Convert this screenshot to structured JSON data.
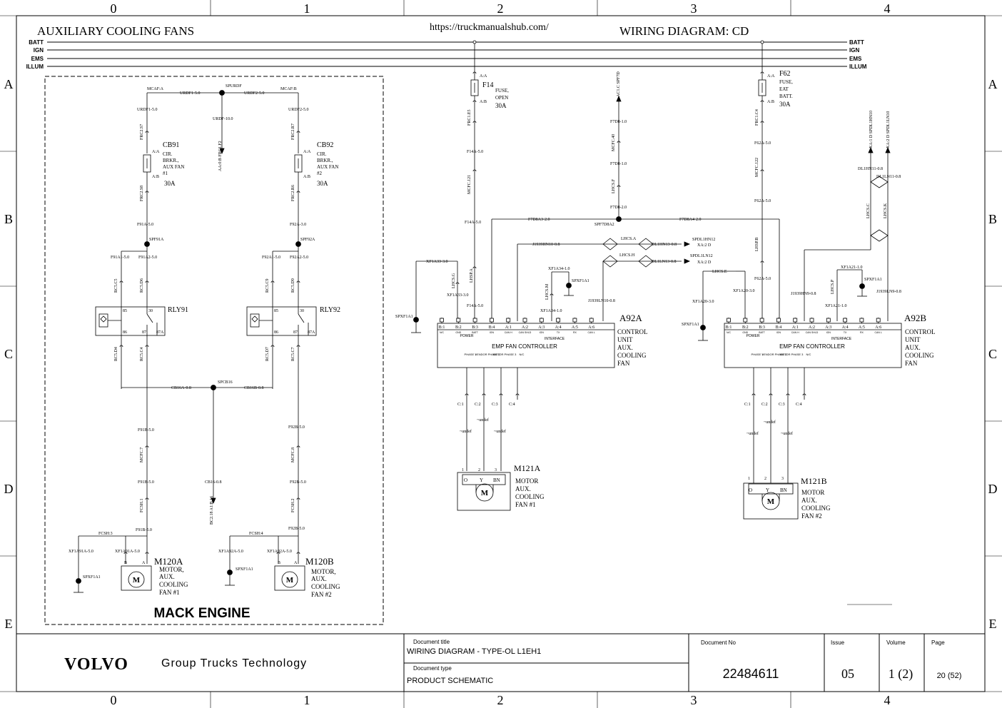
{
  "header": {
    "title_left": "AUXILIARY COOLING FANS",
    "url": "https://truckmanualshub.com/",
    "title_right": "WIRING DIAGRAM: CD"
  },
  "grid": {
    "columns": [
      "0",
      "1",
      "2",
      "3",
      "4"
    ],
    "rows": [
      "A",
      "B",
      "C",
      "D",
      "E"
    ]
  },
  "buses": [
    "BATT",
    "IGN",
    "EMS",
    "ILLUM"
  ],
  "left_section": {
    "label": "MACK ENGINE",
    "top_connectors": {
      "mcaf_a": "MCAF:A",
      "spurdf": "SPURDF",
      "mcaf_b": "MCAF:B",
      "urdf1": "URDF1-5.0",
      "urdf2": "URDF2-5.0",
      "urdf": "URDF-10.0",
      "urdf1b": "URDF1-5.0",
      "urdf2b": "URDF2-5.0",
      "aa": "AA:0:B\nFRC1.F2"
    },
    "cb91": {
      "id": "CB91",
      "desc1": "CIR.",
      "desc2": "BRKR.,",
      "desc3": "AUX FAN",
      "desc4": "#1",
      "rating": "30A",
      "pin_a": "A:A",
      "pin_b": "A:B",
      "frc_top": "FRC2.S7",
      "frc_bot": "FRC2.S8"
    },
    "cb92": {
      "id": "CB92",
      "desc1": "CIR.",
      "desc2": "BRKR.,",
      "desc3": "AUX FAN",
      "desc4": "#2",
      "rating": "30A",
      "pin_a": "A:A",
      "pin_b": "A:B",
      "frc_top": "FRC2.R7",
      "frc_bot": "FRC2.R6"
    },
    "wires": {
      "f91a": "F91A-5.0",
      "spf91a": "SPF91A",
      "f91a1": "F91A1-5.0",
      "f91a2": "F91A2-5.0",
      "rc5c5": "RC5.C5",
      "rc5d6": "RC5.D6",
      "f92a": "F92A-3.0",
      "spf92a": "SPF92A",
      "f92a1": "F92A1-5.0",
      "f92a2": "F92A2-5.0",
      "rc5c9": "RC5.C9",
      "rc5d9": "RC5.D9",
      "rc5d4": "RC5.D4",
      "rc5c4": "RC5.C4",
      "rc5d7": "RC5.D7",
      "rc5c7": "RC5.C7",
      "spcb16": "SPCB16",
      "cb16a": "CB16A-0.8",
      "cb16b": "CB16B-0.8",
      "cb16": "CB16-0.8",
      "bc2": "BC2.18\nA1:B.16",
      "f91b_1": "F91B-5.0",
      "mcfc7": "MCFC.7",
      "f91b_2": "F91B-5.0",
      "fcsh1": "FCSH.1",
      "f91b_3": "F91B-5.0",
      "f92b_1": "F92B-5.0",
      "mcfc8": "MCFC.8",
      "f92b_2": "F92B-5.0",
      "fcsh2": "FCSH.2",
      "f92b_3": "F92B-5.0",
      "fcsh3": "FCSH:3",
      "fcsh4": "FCSH:4",
      "xf1a91a_l": "XF1A91A-5.0",
      "xf1a91a_r": "XF1A91A-5.0",
      "xf1a92a_l": "XF1A92A-5.0",
      "xf1a92a_r": "XF1A92A-5.0",
      "spxf1a1": "SPXF1A1"
    },
    "rly91": {
      "id": "RLY91",
      "p85": "85",
      "p86": "86",
      "p30": "30",
      "p87": "87",
      "p87a": "87A"
    },
    "rly92": {
      "id": "RLY92",
      "p85": "85",
      "p86": "86",
      "p30": "30",
      "p87": "87",
      "p87a": "87A"
    },
    "m120a": {
      "id": "M120A",
      "d1": "MOTOR,",
      "d2": "AUX.",
      "d3": "COOLING",
      "d4": "FAN #1",
      "pin_b": "B",
      "pin_a": "A",
      "symbol": "M"
    },
    "m120b": {
      "id": "M120B",
      "d1": "MOTOR,",
      "d2": "AUX.",
      "d3": "COOLING",
      "d4": "FAN #2",
      "pin_b": "B",
      "pin_a": "A",
      "symbol": "M"
    }
  },
  "right_section": {
    "f14": {
      "id": "F14",
      "d1": "FUSE,",
      "d2": "OPEN",
      "rating": "30A",
      "pin_a": "A:A",
      "pin_b": "A:B"
    },
    "f62": {
      "id": "F62",
      "d1": "FUSE,",
      "d2": "EAT",
      "d3": "BATT.",
      "rating": "30A",
      "pin_a": "A:A",
      "pin_b": "A:B"
    },
    "wires": {
      "frc1e5": "FRC1.E5",
      "f14a_1": "F14A-5.0",
      "mcfc121": "MCFC.121",
      "f14a_2": "F14A-5.0",
      "lhsp_a": "LHSP.A",
      "f14a_3": "F14A-5.0",
      "f7d8a3": "F7D8A3-2.0",
      "spf7d8a2": "SPF7D8A2",
      "f7d8a4": "F7D8A4-2.0",
      "ac1c": "AC1.C\nSPF7D",
      "f7d8_1": "F7D8-1.0",
      "mcfc40": "MCFC.40",
      "f7d8_2": "F7D8-1.0",
      "lhcsf": "LHCS.F",
      "f7d8_3": "F7D8-2.0",
      "frc1c4": "FRC1.C4",
      "f62a_1": "F62A-5.0",
      "mcfc122": "MCFC.122",
      "f62a_2": "F62A-5.0",
      "lhsp_b": "LHSP.B",
      "f62a_3": "F62A-5.0",
      "j1939hn10": "J1939HN10-0.8",
      "lhcsa": "LHCS.A",
      "dl1hn13": "DL1HN13-0.8",
      "spdl1hn12": "SPDL1HN12",
      "xa2d_1": "XA:2 D",
      "lhcsh": "LHCS.H",
      "dl1ln13": "DL1LN13-0.8",
      "spdl1ln12": "SPDL1LN12",
      "xa2d_2": "XA:2 D",
      "j1939ln10": "J1939LN10-0.8",
      "xf1a34": "XF1A34-1.0",
      "lhcsm": "LHCS.M",
      "xf1a34b": "XF1A34-1.0",
      "spxf1a1": "SPXF1A1",
      "xf1a33": "XF1A33-3.0",
      "lhcsg": "LHCS.G",
      "xf1a33b": "XF1A33-3.0",
      "spxf1a1_l": "SPXF1A1",
      "lhcse": "LHCS.E",
      "xf1a20": "XF1A20-3.0",
      "xf1a20b": "XF1A20-3.0",
      "spxf1a1_r": "SPXF1A1",
      "xa1d_a": "XA:1 D\nSPDL1HN10",
      "xa2d_b": "XA:2 D\nSPDL1LN10",
      "dl1hn11": "DL1HN11-0.8",
      "dl1ln11": "DL1LN11-0.8",
      "lhcsc": "LHCS.C",
      "lhcsk": "LHCS.K",
      "j1939hn9": "J1939HN9-0.8",
      "xf1a21": "XF1A21-1.0",
      "lhcsp": "LHCS.P",
      "xf1a21b": "XF1A21-1.0",
      "spxf1a1_r2": "SPXF1A1",
      "j1939ln9": "J1939LN9-0.8"
    },
    "a92a": {
      "id": "A92A",
      "d1": "CONTROL",
      "d2": "UNIT",
      "d3": "AUX.",
      "d4": "COOLING",
      "d5": "FAN",
      "name": "EMP  FAN  CONTROLLER",
      "power": "POWER",
      "interface": "INTERFACE"
    },
    "a92b": {
      "id": "A92B",
      "d1": "CONTROL",
      "d2": "UNIT",
      "d3": "AUX.",
      "d4": "COOLING",
      "d5": "FAN",
      "name": "EMP  FAN  CONTROLLER",
      "power": "POWER",
      "interface": "INTERFACE"
    },
    "pins_top": [
      "B:1",
      "B:2",
      "B:3",
      "B:4",
      "A:1",
      "A:2",
      "A:3",
      "A:4",
      "A:5",
      "A:6"
    ],
    "pins_sub": [
      "N/C",
      "GND",
      "BATT",
      "IGN",
      "CAN H",
      "CAN SHLD",
      "IGN",
      "TX",
      "RX",
      "CAN L"
    ],
    "pins_bot": [
      "C:1",
      "C:2",
      "C:3",
      "C:4"
    ],
    "phase_labels": [
      "PHASE 1",
      "VENDOR PHASE 2",
      "MOTOR PHASE 3",
      "N/C"
    ],
    "undef": "~undef",
    "m121a": {
      "id": "M121A",
      "d1": "MOTOR",
      "d2": "AUX.",
      "d3": "COOLING",
      "d4": "FAN #1",
      "p1": "1",
      "p2": "2",
      "p3": "3",
      "o": "O",
      "y": "Y",
      "bn": "BN",
      "symbol": "M"
    },
    "m121b": {
      "id": "M121B",
      "d1": "MOTOR",
      "d2": "AUX.",
      "d3": "COOLING",
      "d4": "FAN #2",
      "p1": "1",
      "p2": "2",
      "p3": "3",
      "o": "O",
      "y": "Y",
      "bn": "BN",
      "symbol": "M"
    }
  },
  "title_block": {
    "brand": "VOLVO",
    "company": "Group Trucks Technology",
    "doc_title_label": "Document title",
    "doc_title": "WIRING DIAGRAM - TYPE-OL L1EH1",
    "doc_type_label": "Document type",
    "doc_type": "PRODUCT SCHEMATIC",
    "doc_no_label": "Document No",
    "doc_no": "22484611",
    "issue_label": "Issue",
    "issue": "05",
    "volume_label": "Volume",
    "volume": "1 (2)",
    "page_label": "Page",
    "page": "20 (52)"
  }
}
